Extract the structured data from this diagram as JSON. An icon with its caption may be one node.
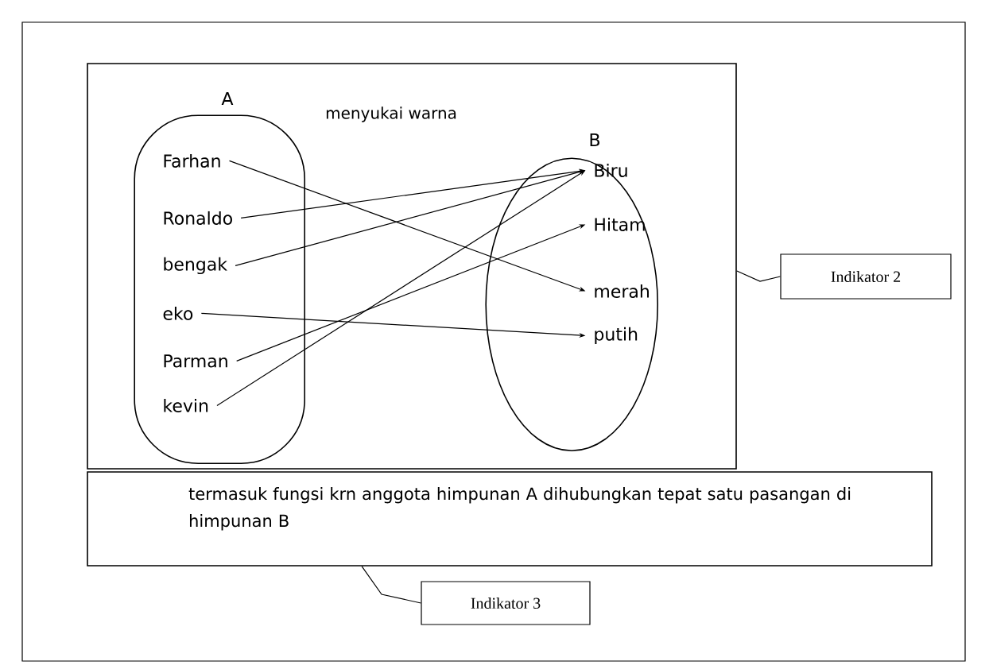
{
  "diagram": {
    "nodes": [
      {
        "text": [],
        "shape": "box"
      },
      {
        "text": [
          "A"
        ],
        "in": 0
      },
      {
        "text": [
          "B"
        ],
        "in": 0
      },
      {
        "text": [
          "Farhan"
        ],
        "in": 1
      },
      {
        "text": [
          "Ronaldo"
        ],
        "in": 1
      },
      {
        "text": [
          "bengak"
        ],
        "in": 1
      },
      {
        "text": [
          "eko"
        ],
        "in": 1
      },
      {
        "text": [
          "Parman"
        ],
        "in": 1
      },
      {
        "text": [
          "kevin"
        ],
        "in": 1
      },
      {
        "text": [
          "Biru"
        ],
        "in": 2
      },
      {
        "text": [
          "Hitam"
        ],
        "in": 2
      },
      {
        "text": [
          "merah"
        ],
        "in": 2
      },
      {
        "text": [
          "putih"
        ],
        "in": 2
      },
      {
        "text": [
          "termasuk fungsi krn anggota himpunan A dihubungkan tepat satu pasangan di himpunan B"
        ]
      },
      {
        "text": [
          "Indikator 2"
        ]
      },
      {
        "text": [
          "Indikator 3"
        ]
      }
    ],
    "edges": [
      {
        "from": 3,
        "to": 11,
        "arrow": "to"
      },
      {
        "from": 4,
        "to": 9,
        "arrow": "to"
      },
      {
        "from": 5,
        "to": 9,
        "arrow": "to"
      },
      {
        "from": 6,
        "to": 12,
        "arrow": "to"
      },
      {
        "from": 7,
        "to": 10,
        "arrow": "to"
      },
      {
        "from": 8,
        "to": 9,
        "arrow": "to"
      },
      {
        "from": 14,
        "to": 0,
        "arrow": "none"
      },
      {
        "from": 15,
        "to": 13,
        "arrow": "none"
      }
    ],
    "labels": [
      "menyukai warna"
    ]
  }
}
